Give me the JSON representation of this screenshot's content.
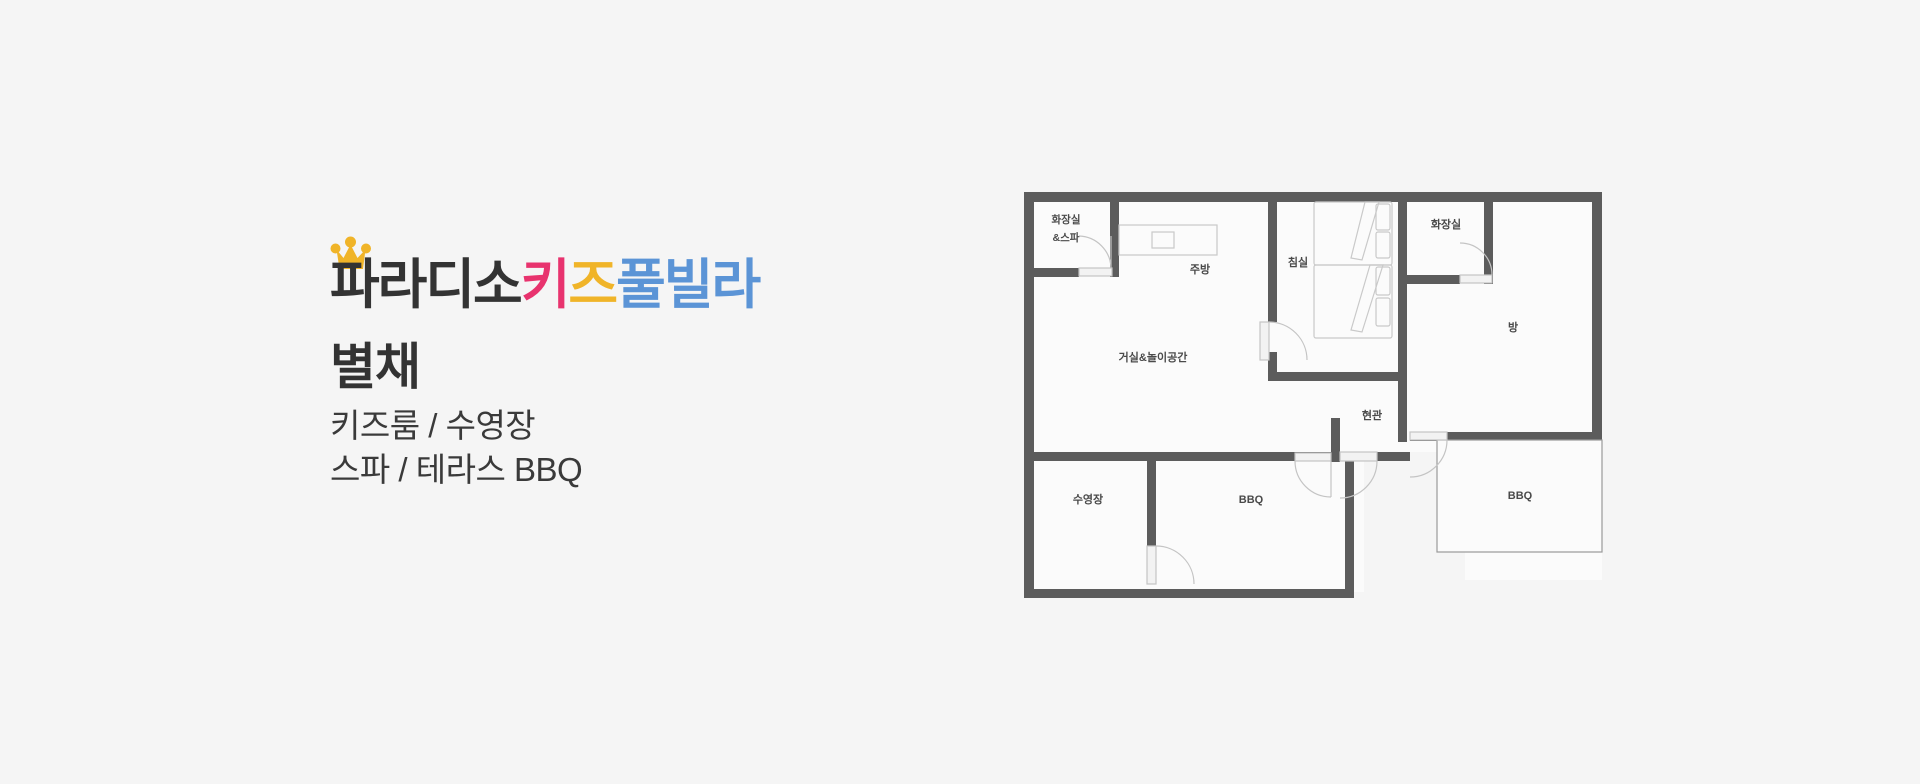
{
  "background_color": "#f5f5f5",
  "brand": {
    "crown_icon": "crown-icon",
    "crown_color": "#f0b428",
    "wordmark_parts": [
      {
        "text": "파라디소",
        "color": "#333333"
      },
      {
        "text": "키",
        "color": "#e8336e"
      },
      {
        "text": "즈",
        "color": "#f0b428"
      },
      {
        "text": "풀빌라",
        "color": "#5b94d6"
      }
    ]
  },
  "house": {
    "title": "별채",
    "subtitle_line1": "키즈룸 / 수영장",
    "subtitle_line2": "스파 / 테라스 BBQ"
  },
  "floorplan": {
    "wall_color": "#5c5c5c",
    "floor_color": "#fbfbfb",
    "door_color": "#bcbcbc",
    "furniture_color": "#c9c9c9",
    "label_color": "#4a4a4a",
    "rooms": [
      {
        "id": "bath-spa",
        "label_line1": "화장실",
        "label_line2": "&스파"
      },
      {
        "id": "kitchen",
        "label": "주방"
      },
      {
        "id": "living-play",
        "label": "거실&놀이공간"
      },
      {
        "id": "bedroom",
        "label": "침실"
      },
      {
        "id": "bathroom",
        "label": "화장실"
      },
      {
        "id": "room",
        "label": "방"
      },
      {
        "id": "entrance",
        "label": "현관"
      },
      {
        "id": "pool",
        "label": "수영장"
      },
      {
        "id": "bbq-inner",
        "label": "BBQ"
      },
      {
        "id": "bbq-terrace",
        "label": "BBQ"
      }
    ]
  }
}
